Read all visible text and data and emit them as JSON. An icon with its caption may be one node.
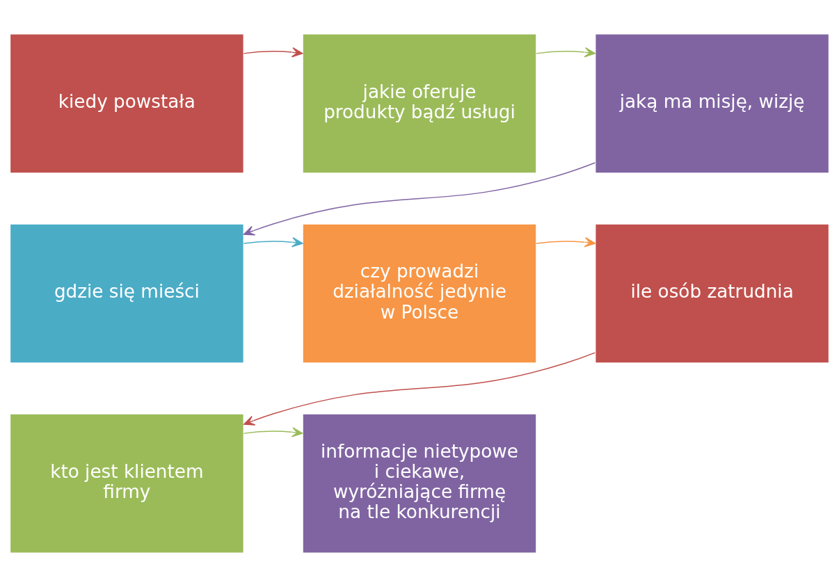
{
  "diagram": {
    "nodes": [
      {
        "text": [
          "kiedy powstała"
        ]
      },
      {
        "text": [
          "jakie oferuje produkty bądź usługi"
        ]
      },
      {
        "text": [
          "jaką ma misję, wizję"
        ]
      },
      {
        "text": [
          "gdzie się mieści"
        ]
      },
      {
        "text": [
          "czy prowadzi działalność jedynie w Polsce"
        ]
      },
      {
        "text": [
          "ile osób zatrudnia"
        ]
      },
      {
        "text": [
          "kto jest klientem firmy"
        ]
      },
      {
        "text": [
          "informacje nietypowe i ciekawe, wyróżniające firmę na tle konkurencji"
        ]
      }
    ],
    "edges": [
      {
        "from": 0,
        "to": 1,
        "arrow": "to",
        "color": "#c0504d"
      },
      {
        "from": 1,
        "to": 2,
        "arrow": "to",
        "color": "#9bbb59"
      },
      {
        "from": 2,
        "to": 3,
        "arrow": "to",
        "color": "#8064a2"
      },
      {
        "from": 3,
        "to": 4,
        "arrow": "to",
        "color": "#4bacc6"
      },
      {
        "from": 4,
        "to": 5,
        "arrow": "to",
        "color": "#f79646"
      },
      {
        "from": 5,
        "to": 6,
        "arrow": "to",
        "color": "#c0504d"
      },
      {
        "from": 6,
        "to": 7,
        "arrow": "to",
        "color": "#9bbb59"
      }
    ]
  }
}
